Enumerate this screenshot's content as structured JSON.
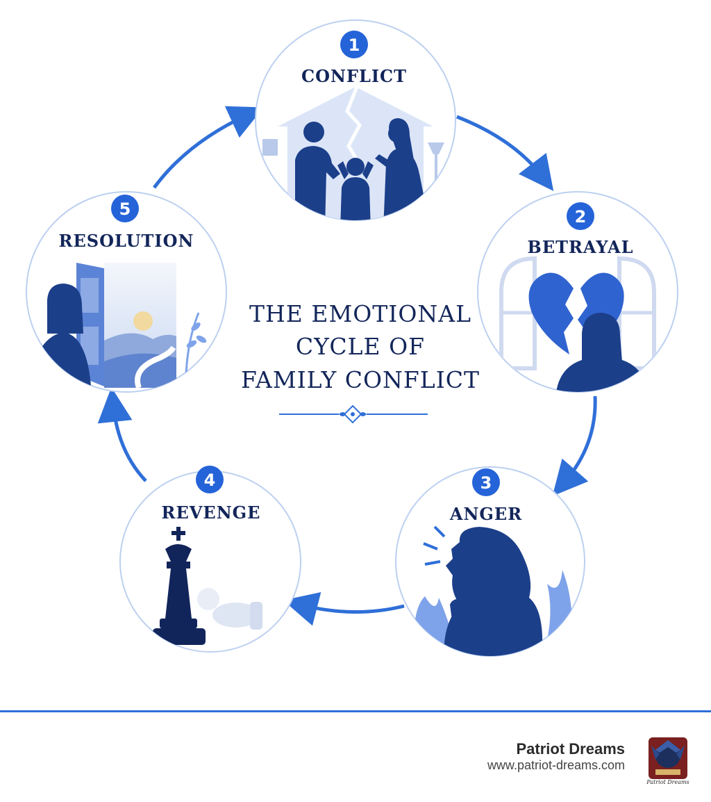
{
  "title_lines": [
    "THE EMOTIONAL",
    "CYCLE OF",
    "FAMILY CONFLICT"
  ],
  "stages": [
    {
      "number": "1",
      "label": "CONFLICT"
    },
    {
      "number": "2",
      "label": "BETRAYAL"
    },
    {
      "number": "3",
      "label": "ANGER"
    },
    {
      "number": "4",
      "label": "REVENGE"
    },
    {
      "number": "5",
      "label": "RESOLUTION"
    }
  ],
  "footer": {
    "brand": "Patriot Dreams",
    "url": "www.patriot-dreams.com",
    "logo_text": "Patriot Dreams"
  },
  "colors": {
    "accent": "#2f6fd8",
    "navy": "#13265a",
    "badge": "#2563d8",
    "silhouette": "#1c3f8a",
    "pale": "#dbe5f7"
  }
}
